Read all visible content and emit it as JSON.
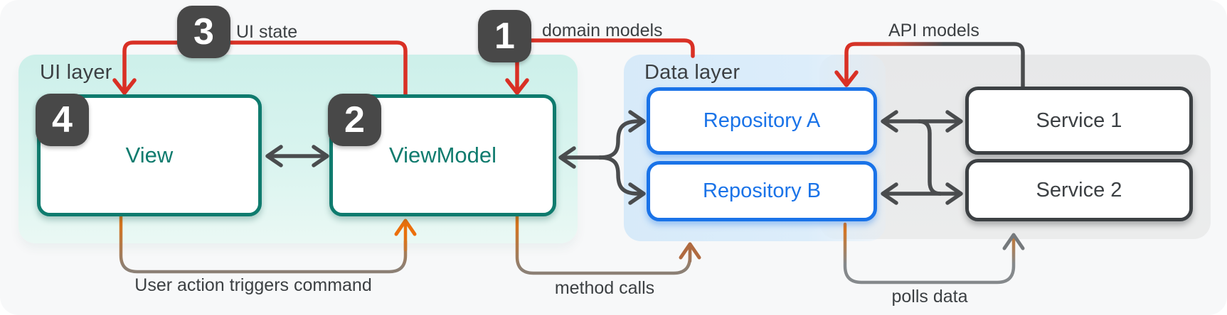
{
  "diagram": {
    "title_hint": "MVVM architecture data flow",
    "ui_layer": {
      "label": "UI layer"
    },
    "data_layer": {
      "label": "Data layer"
    },
    "nodes": {
      "view": {
        "label": "View"
      },
      "viewmodel": {
        "label": "ViewModel"
      },
      "repository_a": {
        "label": "Repository A"
      },
      "repository_b": {
        "label": "Repository B"
      },
      "service_1": {
        "label": "Service 1"
      },
      "service_2": {
        "label": "Service 2"
      }
    },
    "badges": [
      "1",
      "2",
      "3",
      "4"
    ],
    "edge_labels": {
      "domain_models": "domain models",
      "ui_state": "UI state",
      "api_models": "API models",
      "user_action": "User action triggers command",
      "method_calls": "method calls",
      "polls_data": "polls data"
    },
    "colors": {
      "teal_border": "#0f7b6e",
      "blue_accent": "#1a73e8",
      "dark_border": "#3c4043",
      "red_arrow": "#d93025",
      "orange_arrow": "#e8710a",
      "badge_bg": "#484848"
    }
  }
}
